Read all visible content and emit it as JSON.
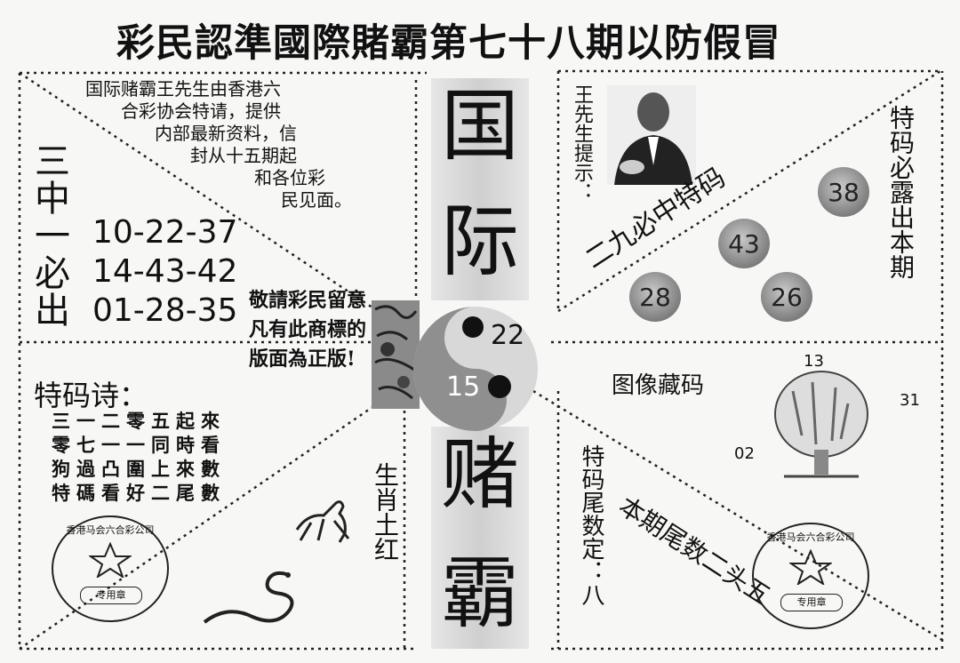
{
  "headline": "彩民認準國際賭霸第七十八期以防假冒",
  "intro_lines": [
    "国际赌霸王先生由香港六",
    "合彩协会特请，提供",
    "内部最新资料，信",
    "封从十五期起",
    "和各位彩",
    "民见面。"
  ],
  "sanzhong_label": "三中一必出",
  "number_groups": [
    "10-22-37",
    "14-43-42",
    "01-28-35"
  ],
  "notice_lines": [
    "敬請彩民留意",
    "凡有此商標的",
    "版面為正版!"
  ],
  "title_chars": [
    "国",
    "际",
    "赌",
    "霸"
  ],
  "yinyang_numbers": [
    "22",
    "15"
  ],
  "wang_tip": "王先生提示：",
  "diag_hint": "二九必中特码",
  "tema_bilu": "特码必露出本期",
  "balls": [
    "38",
    "43",
    "28",
    "26"
  ],
  "tuxiang_label": "图像藏码",
  "tree_numbers": [
    "13",
    "31",
    "02"
  ],
  "poem_title": "特码诗：",
  "poem_lines": [
    "三一二零五起來",
    "零七一一同時看",
    "狗過凸圍上來數",
    "特碼看好二尾數"
  ],
  "shengxiao_label": "生肖土红",
  "temawei_label": "特码尾数定：八",
  "diag_tail": "本期尾数二头五",
  "stamp_ring": "香港马会六合彩公司",
  "stamp_label": "专用章"
}
